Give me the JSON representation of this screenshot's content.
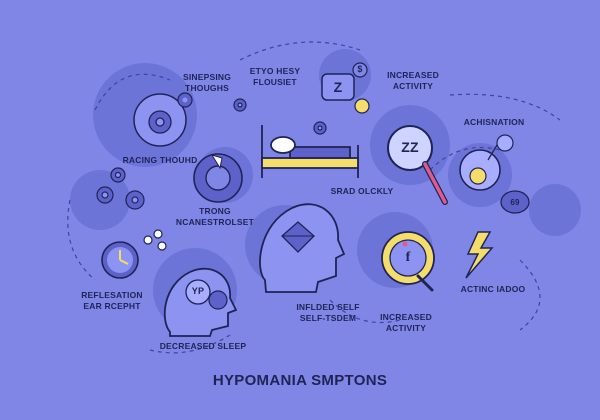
{
  "title": "HYPOMANIA SMPTONS",
  "colors": {
    "background": "#7f86e6",
    "blob": "#6d74d8",
    "ink": "#1f2455",
    "gear": "#5d61c9",
    "accent_yellow": "#f4dd6a",
    "accent_pink": "#e05a8c"
  },
  "labels": {
    "sinepsing": {
      "line1": "SINEPSING",
      "line2": "THOUGHS"
    },
    "etyo": {
      "line1": "ETYO HESY",
      "line2": "FLOUSIET"
    },
    "increased_activity_top": {
      "line1": "INCREASED",
      "line2": "ACTIVITY"
    },
    "achisnation": "ACHISNATION",
    "racing": "RACING THOUHD",
    "srad": "SRAD OLCKLY",
    "trong": {
      "line1": "TRONG",
      "line2": "NCANESTROLSET"
    },
    "reflesation": {
      "line1": "REFLESATION",
      "line2": "EAR RCEPHT"
    },
    "actinc": "ACTINC IADOO",
    "inflded": {
      "line1": "INFLDED SELF",
      "line2": "SELF-TSDEM"
    },
    "increased_activity_bottom": {
      "line1": "INCREASED",
      "line2": "ACTIVITY"
    },
    "decreased_sleep": "DECREASED SLEEP"
  },
  "icon_text": {
    "zz": "ZZ",
    "z": "Z",
    "dollar": "$",
    "yp": "YP",
    "f": "f",
    "note": "69"
  }
}
